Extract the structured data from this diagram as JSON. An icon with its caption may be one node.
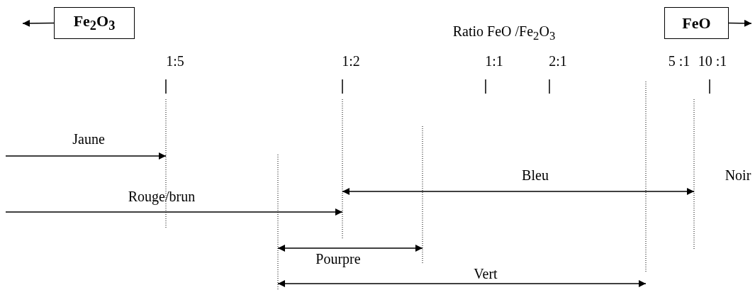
{
  "diagram": {
    "nodes": [
      {
        "text": [
          "Fe$_{2}$O$_{3}$"
        ]
      },
      {
        "text": [
          "FeO"
        ]
      }
    ],
    "edges": [
      {
        "from": 0,
        "to": null,
        "arrow": "to"
      },
      {
        "from": 1,
        "to": null,
        "arrow": "to"
      }
    ],
    "labels": [
      "Ratio FeO /Fe$_{2}$O$_{3}$",
      "1:5",
      "1:2",
      "1:1",
      "2:1",
      "5 :1",
      "10 :1",
      "Jaune",
      "Bleu",
      "Noir",
      "Rouge/brun",
      "Pourpre",
      "Vert"
    ]
  }
}
